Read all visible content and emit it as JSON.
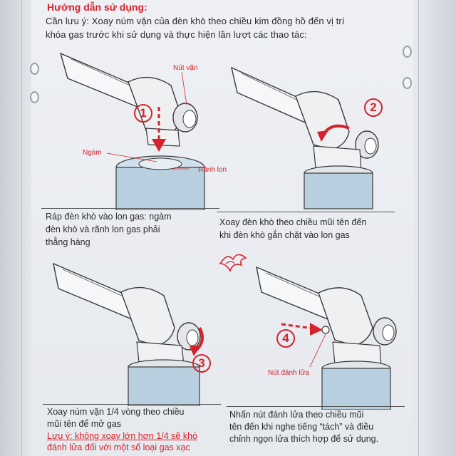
{
  "heading": "Hướng dẫn sử dụng:",
  "intro_line1": "Cần lưu ý: Xoay núm vặn của đèn khò theo chiều kim đồng hồ đến vị trí",
  "intro_line2": "khóa gas trước khi sử dụng và thực hiện lần lượt các thao tác:",
  "steps": [
    {
      "number": "1",
      "labels": {
        "knob": "Nút vặn",
        "slot": "Ngàm",
        "groove": "Rãnh lon"
      },
      "caption": [
        "Ráp đèn khò vào lon gas: ngàm",
        "đèn khò và rãnh lon gas phải",
        "thẳng hàng"
      ]
    },
    {
      "number": "2",
      "caption": [
        "Xoay đèn khò theo chiều mũi tên đến",
        "khi đèn khò gắn chặt vào lon gas"
      ]
    },
    {
      "number": "3",
      "caption": [
        "Xoay núm vặn 1/4 vòng theo chiều",
        "mũi tên để mở gas"
      ],
      "warning": [
        "Lưu ý: không xoay lớn hơn 1/4 sẽ khó",
        "đánh lửa đối với một số loại gas xạc"
      ]
    },
    {
      "number": "4",
      "labels": {
        "igniter": "Nút đánh lửa"
      },
      "caption": [
        "Nhấn nút đánh lửa theo chiều mũi",
        "tên đến khi nghe tiếng “tách” và điều",
        "chỉnh ngọn lửa thích hợp để sử dụng."
      ]
    }
  ],
  "colors": {
    "accent": "#d6232b",
    "text": "#2b2b2b",
    "can": "#b8cfe0"
  },
  "icons": [
    "flame-icon",
    "torch-illustration",
    "gas-can-illustration"
  ]
}
